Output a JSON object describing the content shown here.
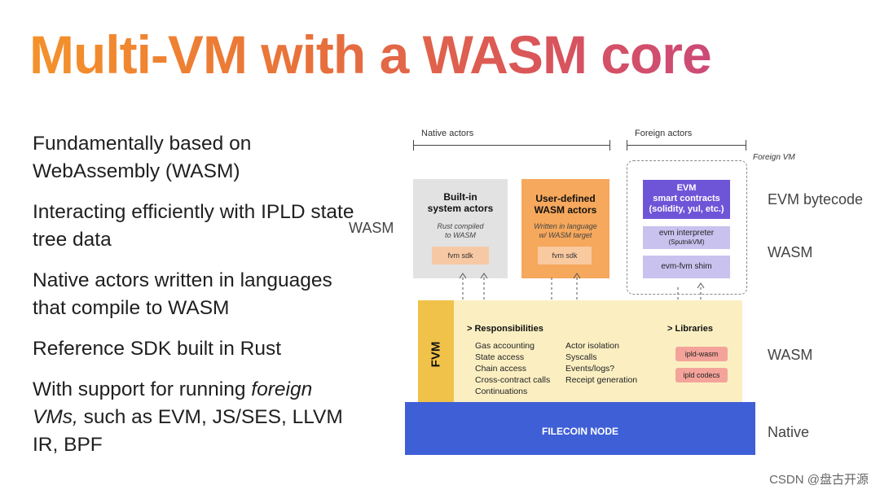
{
  "title": "Multi-VM with a WASM core",
  "bullets": [
    "Fundamentally based on WebAssembly (WASM)",
    "Interacting efficiently with IPLD state tree data",
    "Native actors written in languages that compile to WASM",
    "Reference SDK built in Rust"
  ],
  "bullet_last": {
    "pre": "With support for running ",
    "em": "foreign VMs,",
    "post": " such as EVM, JS/SES, LLVM IR, BPF"
  },
  "diagram": {
    "native_actors_label": "Native actors",
    "foreign_actors_label": "Foreign actors",
    "foreign_vm_label": "Foreign VM",
    "left_side_label": "WASM",
    "right_labels": {
      "evm_bytecode": "EVM bytecode",
      "wasm_top": "WASM",
      "wasm_mid": "WASM",
      "native": "Native"
    },
    "builtin": {
      "title_line1": "Built-in",
      "title_line2": "system actors",
      "sub_line1": "Rust compiled",
      "sub_line2": "to WASM",
      "sdk": "fvm sdk"
    },
    "user": {
      "title_line1": "User-defined",
      "title_line2": "WASM actors",
      "sub_line1": "Written in language",
      "sub_line2": "w/ WASM target",
      "sdk": "fvm sdk"
    },
    "evm": {
      "line1": "EVM",
      "line2": "smart contracts",
      "line3": "(solidity, yul, etc.)",
      "interpreter": "evm interpreter",
      "interpreter_sub": "(SputnikVM)",
      "shim": "evm-fvm shim"
    },
    "fvm": {
      "label": "FVM",
      "responsibilities_head": "> Responsibilities",
      "libraries_head": "> Libraries",
      "resp_col1": [
        "Gas accounting",
        "State access",
        "Chain access",
        "Cross-contract calls",
        "Continuations"
      ],
      "resp_col2": [
        "Actor isolation",
        "Syscalls",
        "Events/logs?",
        "Receipt generation"
      ],
      "libs": [
        "ipld-wasm",
        "ipld codecs"
      ]
    },
    "node": "FILECOIN NODE"
  },
  "watermark": "CSDN @盘古开源",
  "colors": {
    "title_gradient": [
      "#f4922a",
      "#cc4a78"
    ],
    "evm_purple": "#6e55d8",
    "fvm_yellow": "#fbefc2",
    "node_blue": "#3f5fd6",
    "user_orange": "#f6a85c",
    "builtin_gray": "#e2e2e2"
  }
}
